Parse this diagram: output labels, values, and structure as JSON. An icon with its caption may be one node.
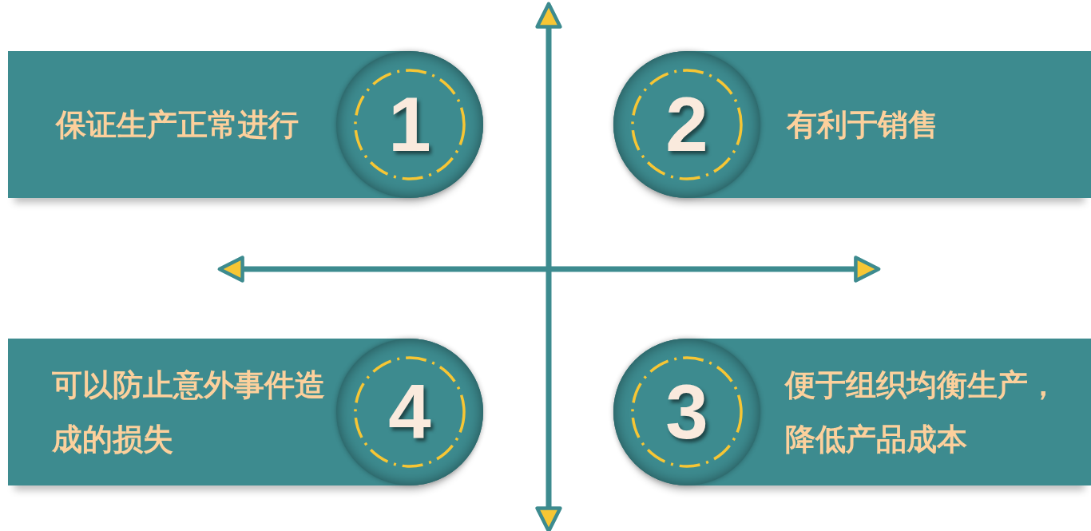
{
  "diagram": {
    "nodes": [
      {
        "text": [
          "保证生产正常进行"
        ]
      },
      {
        "text": [
          "1"
        ],
        "in": 0
      },
      {
        "text": [
          "有利于销售"
        ]
      },
      {
        "text": [
          "2"
        ],
        "in": 2
      },
      {
        "text": [
          "可以防止意外事件造成的损失"
        ]
      },
      {
        "text": [
          "4"
        ],
        "in": 4
      },
      {
        "text": [
          "便于组织均衡生产，降低产品成本"
        ]
      },
      {
        "text": [
          "3"
        ],
        "in": 6
      }
    ]
  }
}
